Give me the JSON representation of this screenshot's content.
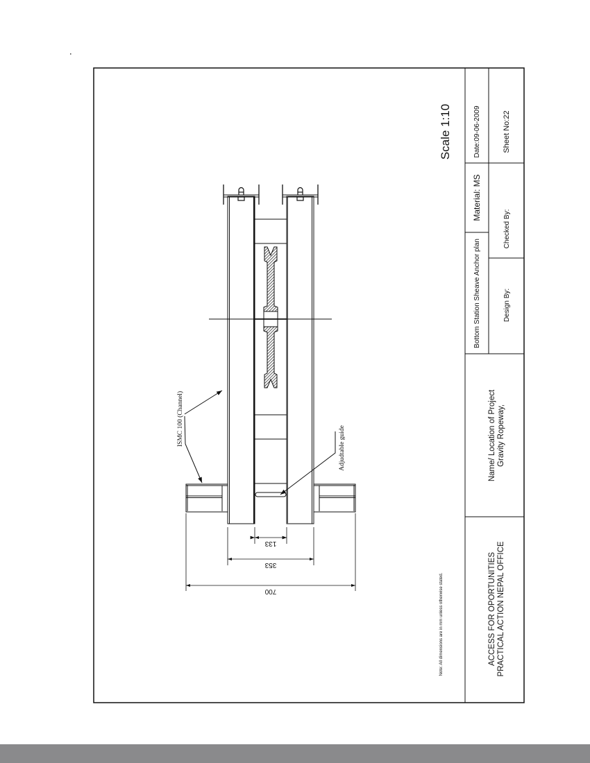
{
  "title_block": {
    "scale": "Scale 1:10",
    "date": "Date:09-06-2009",
    "sheet_no": "Sheet No:22",
    "material": "Material: MS",
    "checked_by": "Checked By:",
    "drawing_title": "Bottom Station Sheave Anchor plan",
    "design_by": "Design By:",
    "project_line1": "Name/ Location of Project",
    "project_line2": "Gravity Ropeway,",
    "org_line1": "ACCESS FOR OPORTUNITIES",
    "org_line2": "PRACTICAL ACTION NEPAL OFFICE"
  },
  "note": "Note: All dimensions are in mm unless otherwise stated.",
  "drawing": {
    "label_channel": "ISMC 100 (Channel)",
    "label_guide": "Adjudtable guide",
    "dim_inner": "133",
    "dim_mid": "353",
    "dim_outer": "700"
  }
}
